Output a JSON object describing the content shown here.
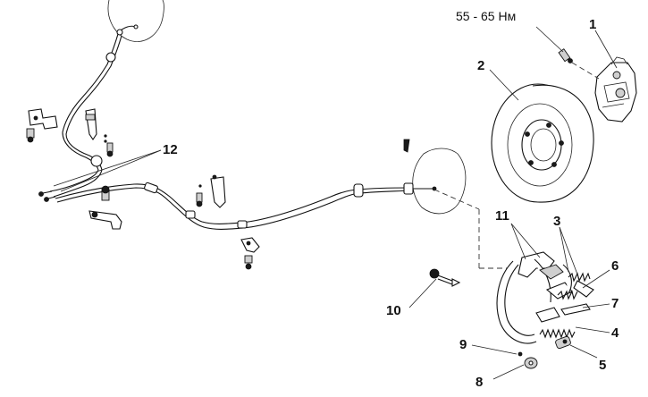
{
  "torque_spec": "55 - 65 Нм",
  "callouts": [
    {
      "id": "1",
      "text": "1"
    },
    {
      "id": "2",
      "text": "2"
    },
    {
      "id": "3",
      "text": "3"
    },
    {
      "id": "4",
      "text": "4"
    },
    {
      "id": "5",
      "text": "5"
    },
    {
      "id": "6",
      "text": "6"
    },
    {
      "id": "7",
      "text": "7"
    },
    {
      "id": "8",
      "text": "8"
    },
    {
      "id": "9",
      "text": "9"
    },
    {
      "id": "10",
      "text": "10"
    },
    {
      "id": "11",
      "text": "11"
    },
    {
      "id": "12",
      "text": "12"
    }
  ]
}
